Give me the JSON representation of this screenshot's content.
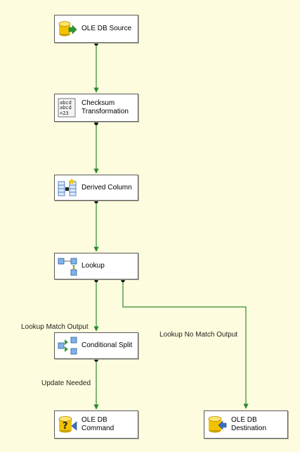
{
  "nodes": {
    "ole_db_source": {
      "label": "OLE DB Source",
      "icon": "database-source-icon"
    },
    "checksum": {
      "label_line1": "Checksum",
      "label_line2": "Transformation",
      "icon": "checksum-icon",
      "icon_text": [
        "abcd",
        "abcd",
        "=23"
      ]
    },
    "derived_column": {
      "label": "Derived Column",
      "icon": "derived-column-icon"
    },
    "lookup": {
      "label": "Lookup",
      "icon": "lookup-icon"
    },
    "conditional_split": {
      "label": "Conditional Split",
      "icon": "conditional-split-icon"
    },
    "ole_db_command": {
      "label_line1": "OLE DB",
      "label_line2": "Command",
      "icon": "ole-db-command-icon"
    },
    "ole_db_destination": {
      "label_line1": "OLE DB",
      "label_line2": "Destination",
      "icon": "database-destination-icon"
    }
  },
  "paths": {
    "lookup_match": "Lookup Match Output",
    "lookup_no_match": "Lookup No Match Output",
    "update_needed": "Update Needed"
  },
  "colors": {
    "background": "#fdfcde",
    "connector": "#2e8b2e",
    "box_border": "#5a5a5a"
  }
}
